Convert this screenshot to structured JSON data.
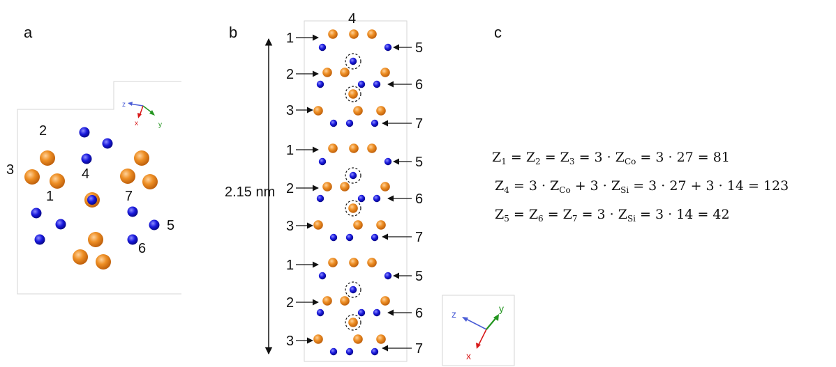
{
  "panels": {
    "a": "a",
    "b": "b",
    "c": "c"
  },
  "colors": {
    "cobalt": "#e98a1e",
    "silicon": "#1515d6",
    "axis_x": "#d81818",
    "axis_y": "#23951f",
    "axis_z": "#4a5cd6"
  },
  "panel_a": {
    "labels": [
      "1",
      "2",
      "3",
      "4",
      "5",
      "6",
      "7"
    ],
    "axes": {
      "z": "z",
      "x": "x",
      "y": "y"
    }
  },
  "panel_b": {
    "top_label": "4",
    "left_labels": [
      "1",
      "2",
      "3",
      "1",
      "2",
      "3",
      "1",
      "2",
      "3"
    ],
    "right_labels": [
      "5",
      "6",
      "7",
      "5",
      "6",
      "7",
      "5",
      "6",
      "7"
    ],
    "length": "2.15 nm",
    "axes": {
      "z": "z",
      "x": "x",
      "y": "y"
    }
  },
  "panel_c": {
    "equations": [
      "Z₁ = Z₂ = Z₃ = 3 · Z_Co = 3 · 27 = 81",
      "Z₄ = 3 · Z_Co + 3 · Z_Si = 3 · 27 + 3 · 14 = 123",
      "Z₅ = Z₆ = Z₇ = 3 · Z_Si = 3 · 14 = 42"
    ]
  }
}
